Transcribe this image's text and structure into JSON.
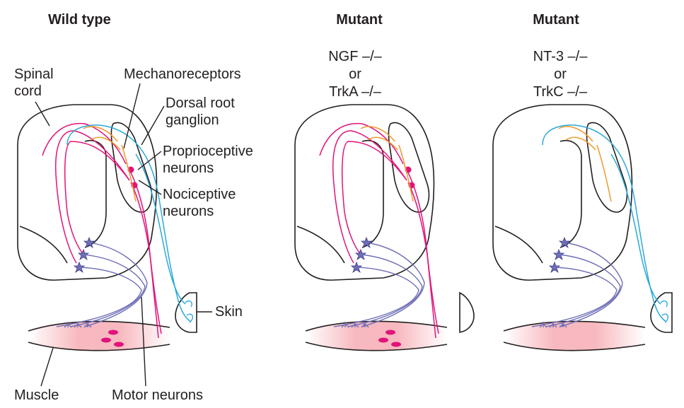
{
  "panels": [
    {
      "header": "Wild type",
      "genotype": []
    },
    {
      "header": "Mutant",
      "genotype": [
        "NGF –/–",
        "or",
        "TrkA –/–"
      ]
    },
    {
      "header": "Mutant",
      "genotype": [
        "NT-3 –/–",
        "or",
        "TrkC –/–"
      ]
    }
  ],
  "labels": {
    "spinal_cord": [
      "Spinal",
      "cord"
    ],
    "mechanoreceptors": "Mechanoreceptors",
    "drg": [
      "Dorsal root",
      "ganglion"
    ],
    "proprioceptive": [
      "Proprioceptive",
      "neurons"
    ],
    "nociceptive": [
      "Nociceptive",
      "neurons"
    ],
    "skin": "Skin",
    "muscle": "Muscle",
    "motor_neurons": "Motor neurons"
  },
  "colors": {
    "cord_fill": "#fbe3c4",
    "skin_fill": "#f2d9bf",
    "muscle_fill": "#f7b9bf",
    "proprioceptive": "#e2137b",
    "mechanoreceptive": "#2aa9d8",
    "nociceptive": "#ef9b2d",
    "motor": "#6f6fb8",
    "outline": "#231f20"
  }
}
